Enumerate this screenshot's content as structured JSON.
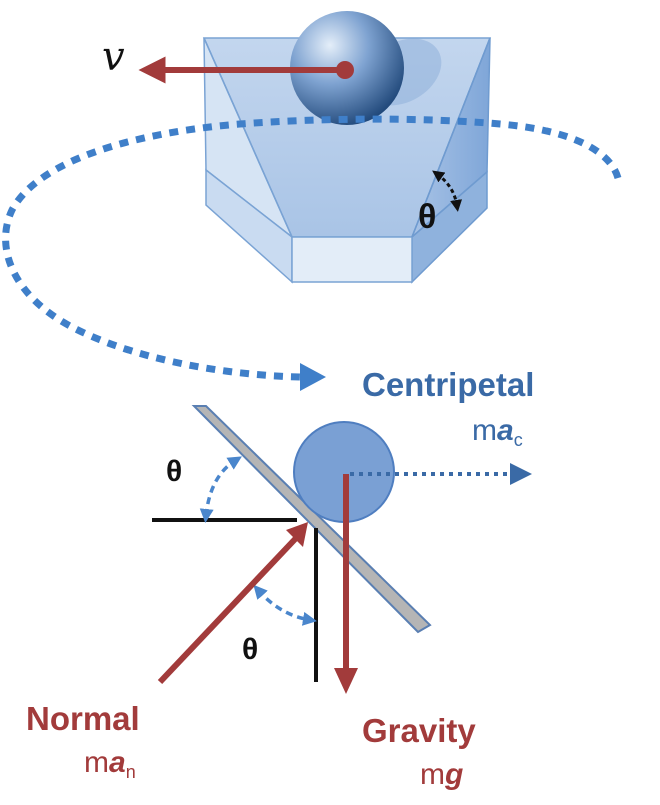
{
  "labels": {
    "velocity": "v",
    "theta_top": "θ",
    "theta_left": "θ",
    "theta_bottom": "θ",
    "centripetal": {
      "name": "Centripetal",
      "m": "m",
      "a": "a",
      "sub": "c"
    },
    "normal": {
      "name": "Normal",
      "m": "m",
      "a": "a",
      "sub": "n"
    },
    "gravity": {
      "name": "Gravity",
      "m": "m",
      "g": "g"
    }
  },
  "colors": {
    "blue_text": "#3a6aa6",
    "red_arrow": "#a23b3b",
    "dotted_blue": "#3f7fc9",
    "cup_face": "#c7d9ef",
    "cup_edge": "#6f9bd0",
    "ball_dark": "#2f5f9a",
    "ball_light": "#cfdff2",
    "plane": "#b5b5b5"
  }
}
